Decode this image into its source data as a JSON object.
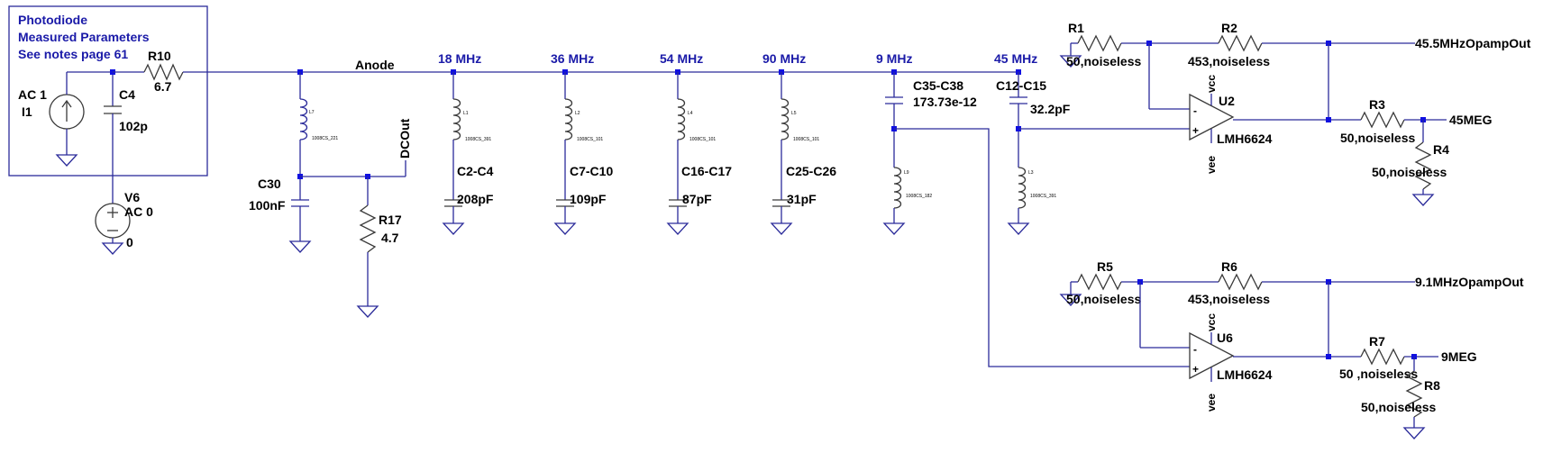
{
  "note": {
    "line1": "Photodiode",
    "line2": "Measured Parameters",
    "line3": "See notes page 61"
  },
  "source_I1": {
    "line1": "AC 1",
    "line2": "I1"
  },
  "cap_C4": {
    "name": "C4",
    "value": "102p"
  },
  "res_R10": {
    "name": "R10",
    "value": "6.7"
  },
  "source_V6": {
    "name": "V6",
    "value": "AC 0",
    "node": "0"
  },
  "net_anode": "Anode",
  "net_dcout": "DCOut",
  "freq_labels": [
    "18 MHz",
    "36 MHz",
    "54 MHz",
    "90 MHz",
    "9 MHz",
    "45 MHz"
  ],
  "cap_C30": {
    "name": "C30",
    "value": "100nF"
  },
  "res_R17": {
    "name": "R17",
    "value": "4.7"
  },
  "inductors": [
    {
      "name": "L7",
      "model": "1008CS_221"
    },
    {
      "name": "L1",
      "model": "1008CS_391"
    },
    {
      "name": "L2",
      "model": "1008CS_101"
    },
    {
      "name": "L4",
      "model": "1008CS_101"
    },
    {
      "name": "L5",
      "model": "1008CS_101"
    },
    {
      "name": "L9",
      "model": "1008CS_182"
    },
    {
      "name": "L3",
      "model": "1008CS_391"
    }
  ],
  "filter_caps": [
    {
      "name": "C2-C4",
      "value": "208pF"
    },
    {
      "name": "C7-C10",
      "value": "109pF"
    },
    {
      "name": "C16-C17",
      "value": "87pF"
    },
    {
      "name": "C25-C26",
      "value": "31pF"
    }
  ],
  "cap_C35": {
    "name": "C35-C38",
    "value": "173.73e-12"
  },
  "cap_C12": {
    "name": "C12-C15",
    "value": "32.2pF"
  },
  "amp_U2": {
    "name": "U2",
    "model": "LMH6624",
    "vcc": "vcc",
    "vee": "vee",
    "r1": "R1",
    "r1_val": "50,noiseless",
    "r2": "R2",
    "r2_val": "453,noiseless",
    "r3": "R3",
    "r3_val": "50,noiseless",
    "r4": "R4",
    "r4_val": "50,noiseless",
    "out_label": "45.5MHzOpampOut",
    "meg_label": "45MEG"
  },
  "amp_U6": {
    "name": "U6",
    "model": "LMH6624",
    "vcc": "vcc",
    "vee": "vee",
    "r5": "R5",
    "r5_val": "50,noiseless",
    "r6": "R6",
    "r6_val": "453,noiseless",
    "r7": "R7",
    "r7_val": "50 ,noiseless",
    "r8": "R8",
    "r8_val": "50,noiseless",
    "out_label": "9.1MHzOpampOut",
    "meg_label": "9MEG"
  },
  "pin_plus": "+",
  "pin_minus": "-"
}
